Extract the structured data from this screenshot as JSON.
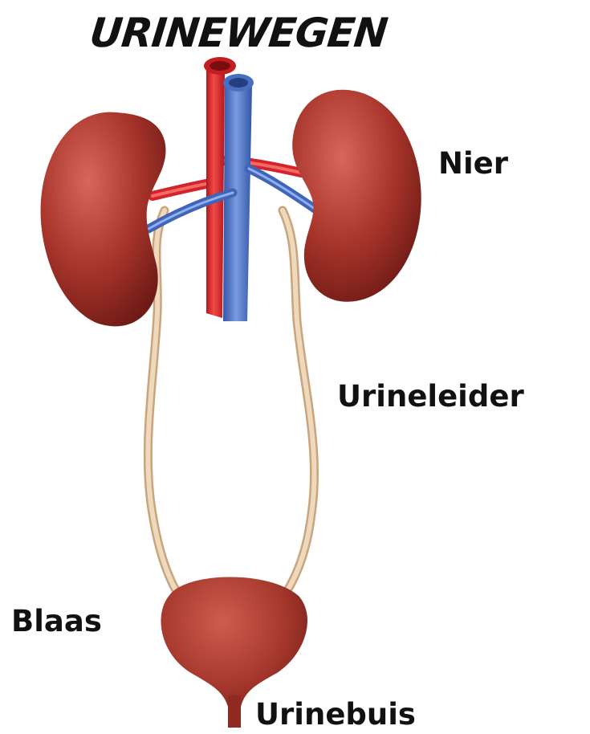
{
  "title": "URINEWEGEN",
  "labels": {
    "kidney": "Nier",
    "ureter": "Urineleider",
    "bladder": "Blaas",
    "urethra": "Urinebuis"
  },
  "colors": {
    "kidney": "#9c2a22",
    "kidney_highlight": "#d8665a",
    "artery": "#e0262b",
    "vein": "#4f78c9",
    "ureter": "#e2c4a0",
    "bladder": "#a8382c",
    "text": "#111111"
  }
}
